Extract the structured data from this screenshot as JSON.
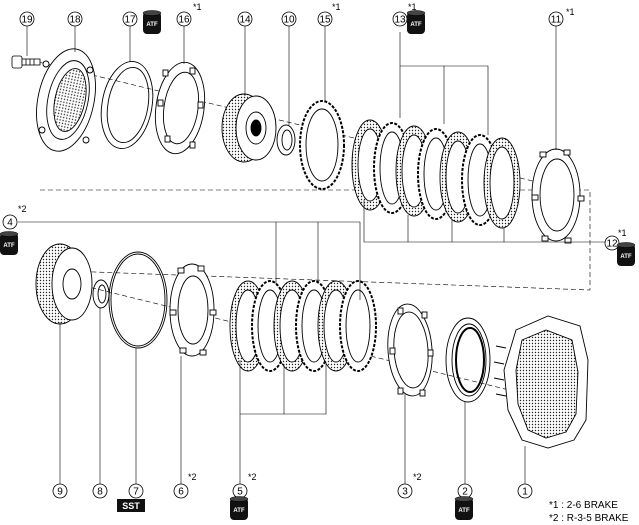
{
  "parts": [
    {
      "id": "part-1",
      "num": "1"
    },
    {
      "id": "part-2",
      "num": "2"
    },
    {
      "id": "part-3",
      "num": "3"
    },
    {
      "id": "part-4",
      "num": "4"
    },
    {
      "id": "part-5",
      "num": "5"
    },
    {
      "id": "part-6",
      "num": "6"
    },
    {
      "id": "part-7",
      "num": "7"
    },
    {
      "id": "part-8",
      "num": "8"
    },
    {
      "id": "part-9",
      "num": "9"
    },
    {
      "id": "part-10",
      "num": "10"
    },
    {
      "id": "part-11",
      "num": "11"
    },
    {
      "id": "part-12",
      "num": "12"
    },
    {
      "id": "part-13",
      "num": "13"
    },
    {
      "id": "part-14",
      "num": "14"
    },
    {
      "id": "part-15",
      "num": "15"
    },
    {
      "id": "part-16",
      "num": "16"
    },
    {
      "id": "part-17",
      "num": "17"
    },
    {
      "id": "part-18",
      "num": "18"
    },
    {
      "id": "part-19",
      "num": "19"
    }
  ],
  "note_marks": {
    "star1": "*1",
    "star2": "*2"
  },
  "tags": {
    "atf": "ATF",
    "sst": "SST"
  },
  "legend": {
    "line1": "*1 : 2-6 BRAKE",
    "line2": "*2 : R-3-5 BRAKE"
  },
  "colors": {
    "ink": "#000000",
    "paper": "#ffffff",
    "tag_fill": "#111111"
  }
}
